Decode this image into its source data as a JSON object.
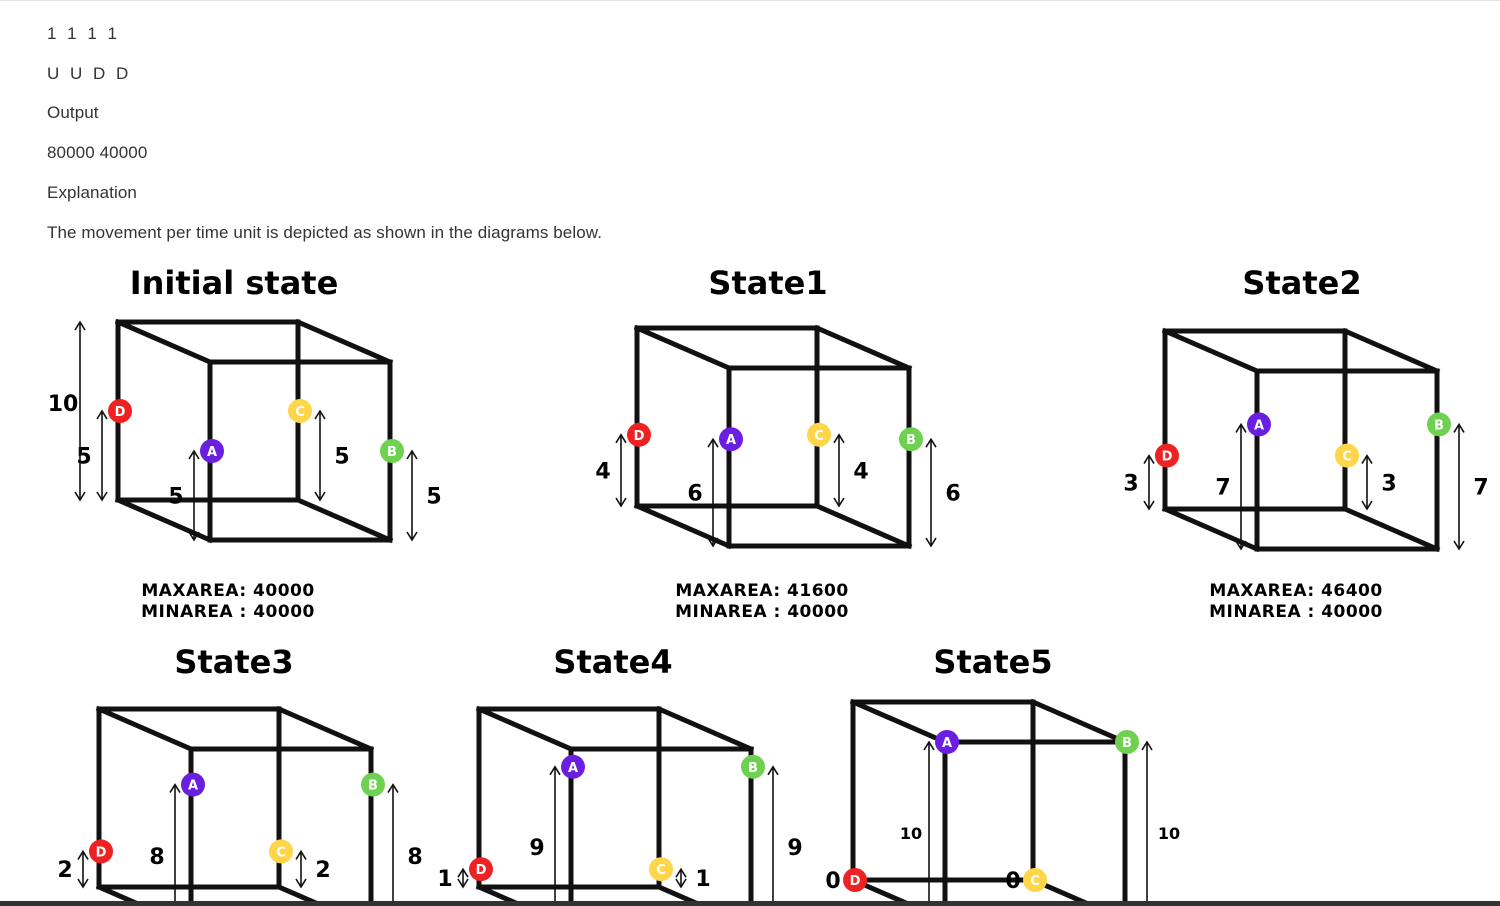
{
  "text": {
    "line1": "1 1 1 1",
    "line2": "U U D D",
    "output_heading": "Output",
    "output_value": "80000 40000",
    "explanation_heading": "Explanation",
    "explanation": "The movement per time unit is depicted as shown in the diagrams below."
  },
  "colors": {
    "A": "#6a1fe0",
    "B": "#6fd150",
    "C": "#ffd54a",
    "D": "#ee2222"
  },
  "states": [
    {
      "title": "Initial state",
      "maxarea": "MAXAREA: 40000",
      "minarea": "MINAREA  : 40000",
      "height_label": "10",
      "points": {
        "A": 5,
        "B": 5,
        "C": 5,
        "D": 5
      },
      "labels": {
        "A": "5",
        "B": "5",
        "C": "5",
        "D": "5"
      }
    },
    {
      "title": "State1",
      "maxarea": "MAXAREA: 41600",
      "minarea": "MINAREA  : 40000",
      "points": {
        "A": 6,
        "B": 6,
        "C": 4,
        "D": 4
      },
      "labels": {
        "A": "6",
        "B": "6",
        "C": "4",
        "D": "4"
      }
    },
    {
      "title": "State2",
      "maxarea": "MAXAREA: 46400",
      "minarea": "MINAREA  : 40000",
      "points": {
        "A": 7,
        "B": 7,
        "C": 3,
        "D": 3
      },
      "labels": {
        "A": "7",
        "B": "7",
        "C": "3",
        "D": "3"
      }
    },
    {
      "title": "State3",
      "points": {
        "A": 8,
        "B": 8,
        "C": 2,
        "D": 2
      },
      "labels": {
        "A": "8",
        "B": "8",
        "C": "2",
        "D": "2"
      }
    },
    {
      "title": "State4",
      "points": {
        "A": 9,
        "B": 9,
        "C": 1,
        "D": 1
      },
      "labels": {
        "A": "9",
        "B": "9",
        "C": "1",
        "D": "1"
      }
    },
    {
      "title": "State5",
      "points": {
        "A": 10,
        "B": 10,
        "C": 0,
        "D": 0
      },
      "labels": {
        "A": "10",
        "B": "10",
        "C": "0",
        "D": "0"
      }
    }
  ]
}
